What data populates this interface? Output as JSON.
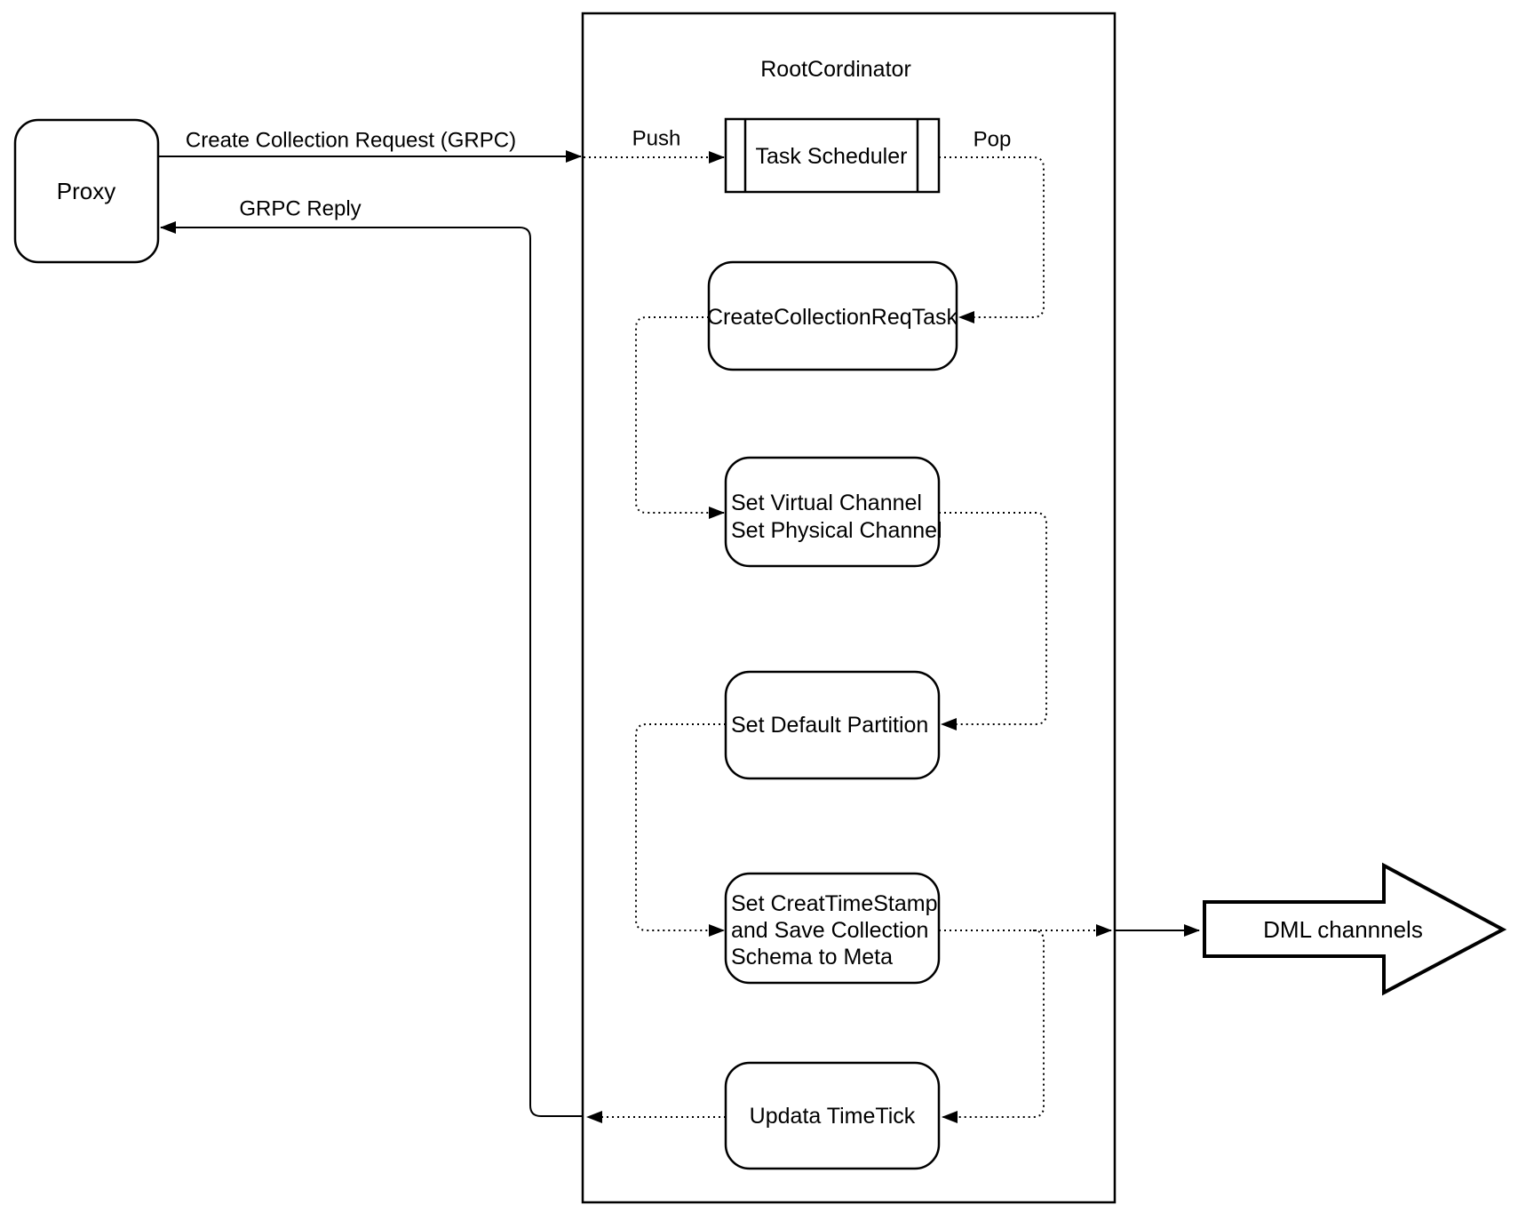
{
  "diagram": {
    "container": {
      "title": "RootCordinator"
    },
    "nodes": {
      "proxy": {
        "label": "Proxy"
      },
      "task_scheduler": {
        "label": "Task Scheduler"
      },
      "create_collection_req_task": {
        "label": "CreateCollectionReqTask"
      },
      "set_channels": {
        "lines": [
          "Set Virtual Channel",
          "Set Physical Channel"
        ]
      },
      "set_default_partition": {
        "label": "Set Default Partition"
      },
      "set_create_timestamp": {
        "lines": [
          "Set CreatTimeStamp",
          "and Save Collection",
          "Schema to Meta"
        ]
      },
      "update_timetick": {
        "label": "Updata TimeTick"
      },
      "dml_channels": {
        "label": "DML channnels"
      }
    },
    "edge_labels": {
      "create_request": "Create Collection Request (GRPC)",
      "grpc_reply": "GRPC Reply",
      "push": "Push",
      "pop": "Pop"
    },
    "colors": {
      "stroke": "#000000",
      "background": "#ffffff"
    }
  }
}
